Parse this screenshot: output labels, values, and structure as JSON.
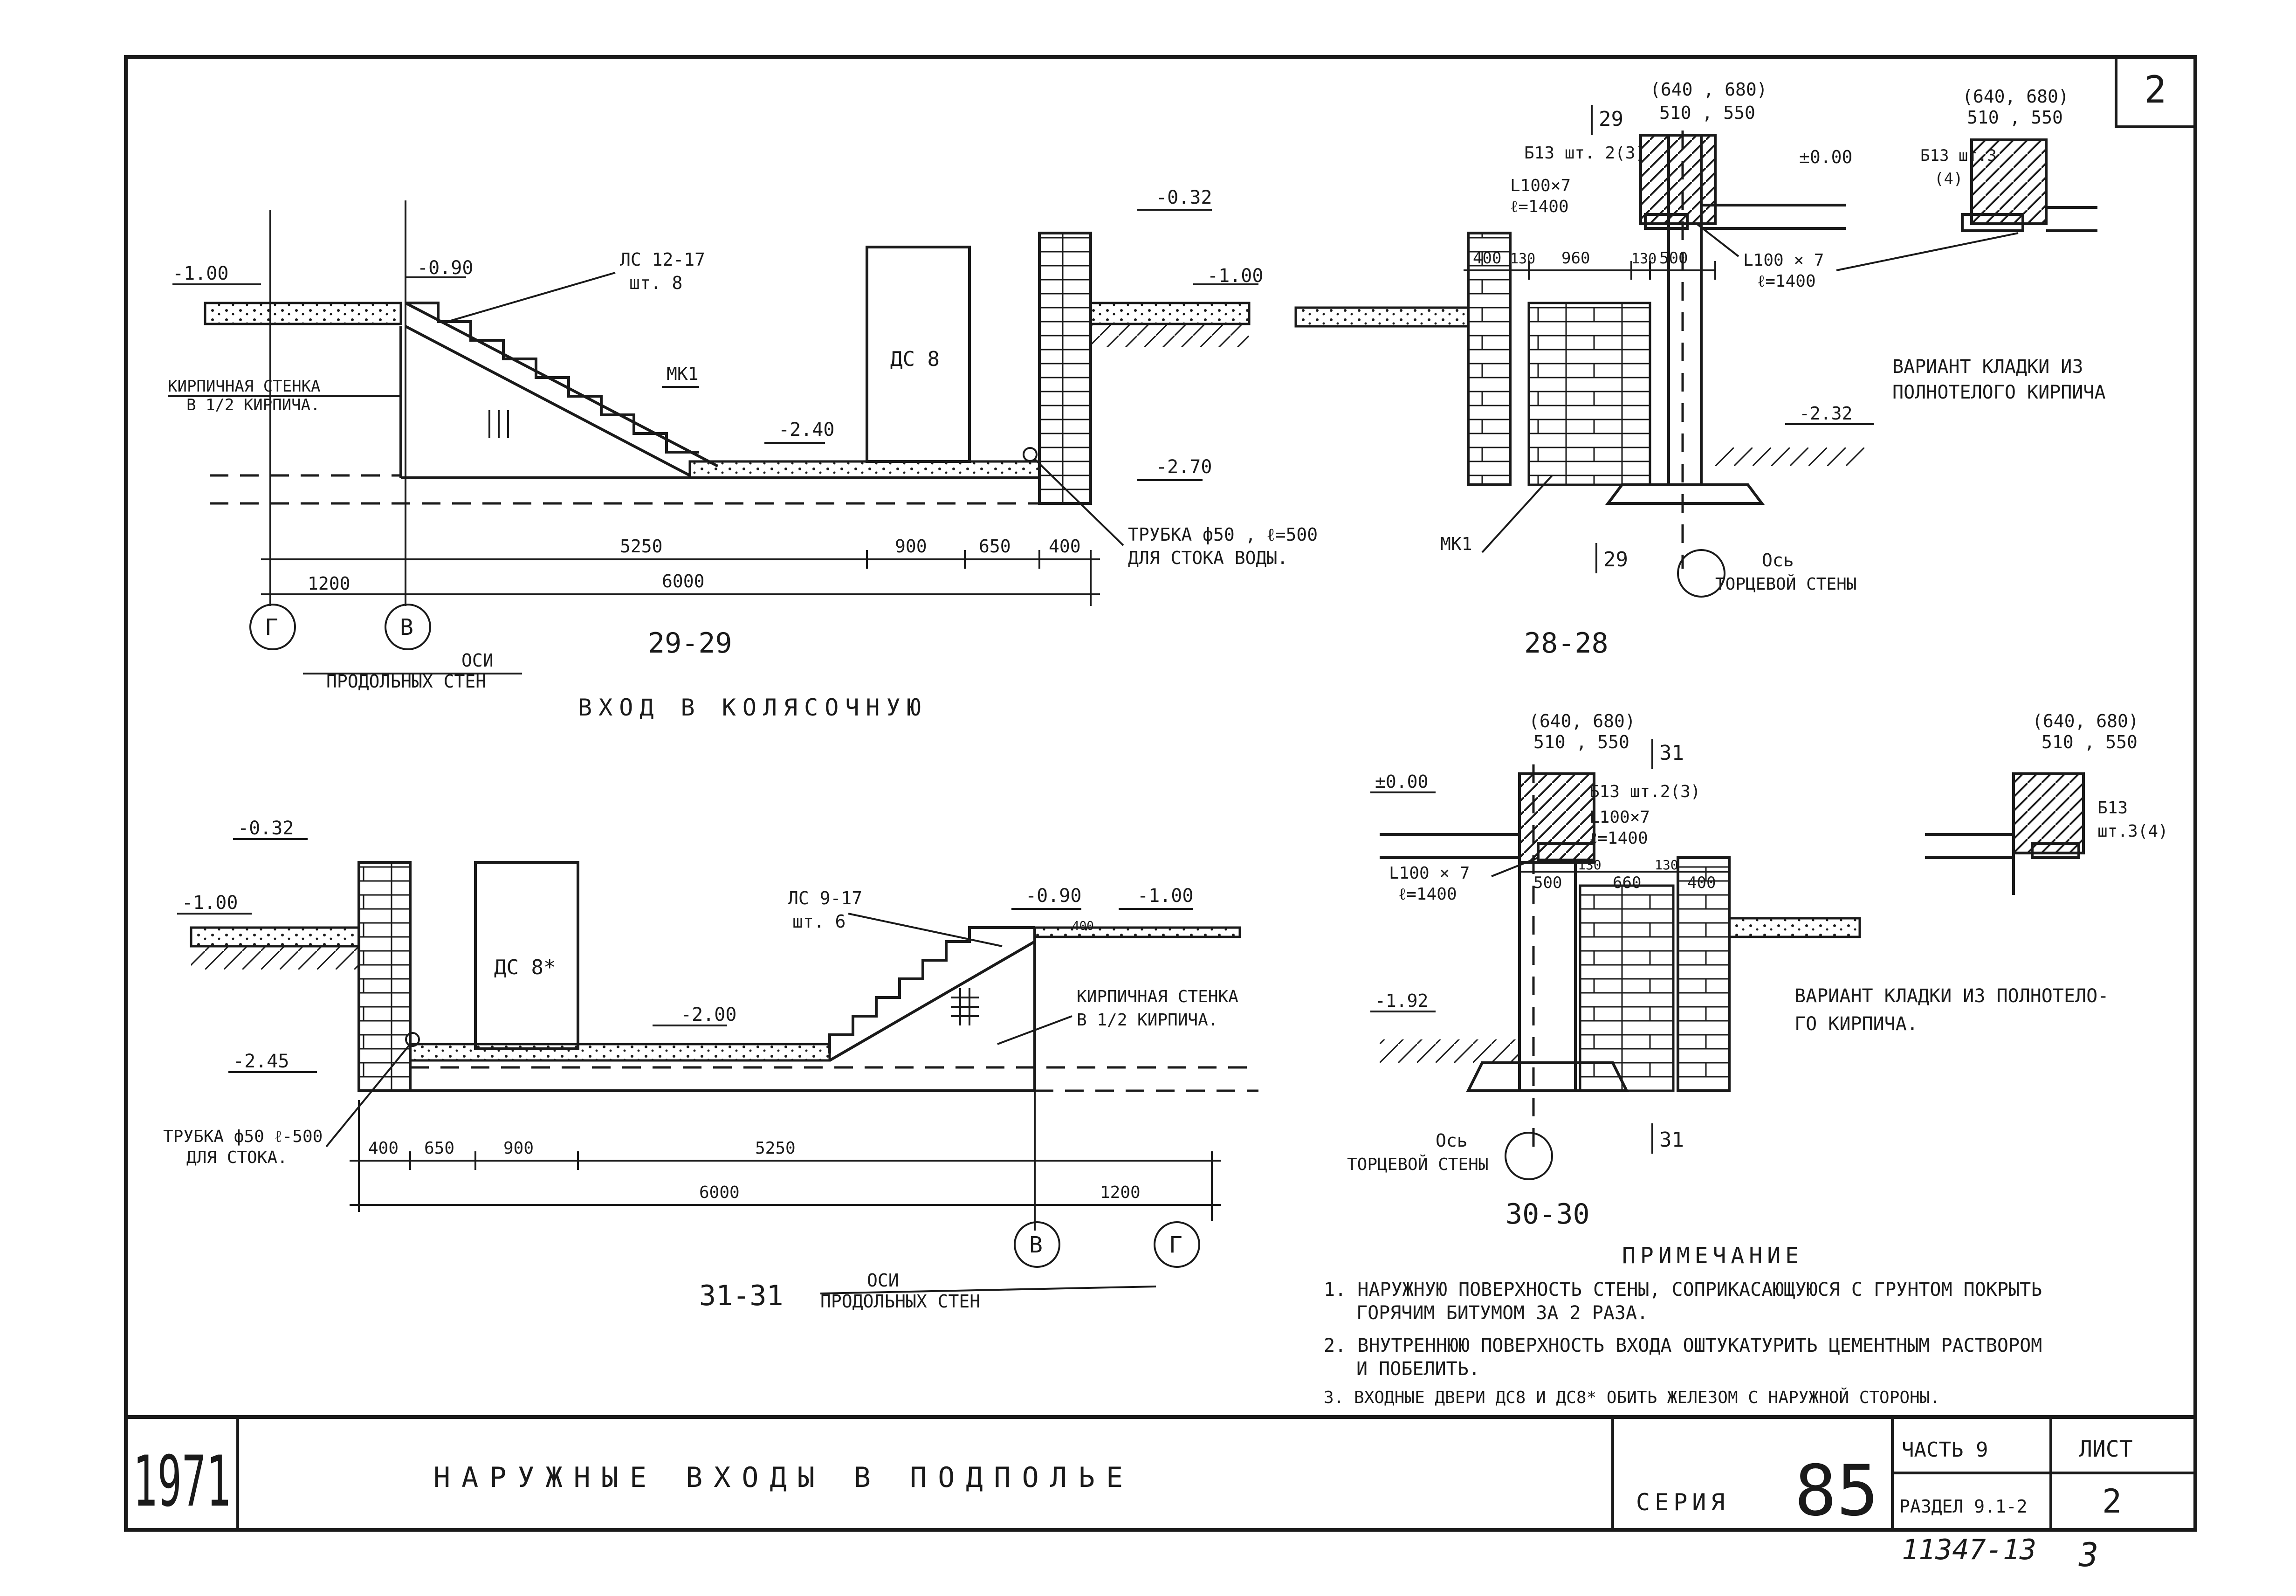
{
  "sheet_number": "2",
  "sections": {
    "s29": {
      "title": "29-29",
      "levels": [
        "-1.00",
        "-0.90",
        "-2.40",
        "-0.32",
        "-1.00",
        "-2.70"
      ],
      "labels": {
        "lc": "ЛС 12-17",
        "lc_qty": "шт. 8",
        "mk": "МК1",
        "wall": "КИРПИЧНАЯ СТЕНКА",
        "wall2": "В 1/2 КИРПИЧА.",
        "door": "ДС 8",
        "pipe": "ТРУБКА ф50 , ℓ=500",
        "pipe2": "ДЛЯ СТОКА ВОДЫ."
      },
      "dims": [
        "5250",
        "900",
        "650",
        "400",
        "1200",
        "6000"
      ],
      "axes": [
        "Г",
        "В"
      ],
      "axes_label": "ОСИ",
      "axes_label2": "ПРОДОЛЬНЫХ СТЕН",
      "caption": "ВХОД В КОЛЯСОЧНУЮ"
    },
    "s28": {
      "title": "28-28",
      "cut": "29",
      "top_dims": "(640 , 680)",
      "top_dims2": "510 , 550",
      "b13": "Б13 шт. 2(3)",
      "l100": "L100×7",
      "l100b": "ℓ=1400",
      "level0": "±0.00",
      "dims": [
        "400",
        "130",
        "960",
        "130",
        "500"
      ],
      "l100r": "L100 × 7",
      "l100rb": "ℓ=1400",
      "level_r": "-2.32",
      "mk": "МК1",
      "axis_label": "Ось",
      "axis_label2": "ТОРЦЕВОЙ СТЕНЫ"
    },
    "variant1": {
      "top_dims": "(640, 680)",
      "top_dims2": "510 , 550",
      "b13": "Б13 шт.3",
      "b13b": "(4)",
      "caption": "ВАРИАНТ КЛАДКИ ИЗ",
      "caption2": "ПОЛНОТЕЛОГО КИРПИЧА"
    },
    "s30": {
      "title": "30-30",
      "cut": "31",
      "top_dims": "(640, 680)",
      "top_dims2": "510 , 550",
      "b13": "Б13 шт.2(3)",
      "l100": "L100×7",
      "l100b": "ℓ=1400",
      "level0": "±0.00",
      "l100l": "L100 × 7",
      "l100lb": "ℓ=1400",
      "dims": [
        "500",
        "130",
        "660",
        "130",
        "400"
      ],
      "level_l": "-1.92",
      "axis_label": "Ось",
      "axis_label2": "ТОРЦЕВОЙ СТЕНЫ"
    },
    "variant2": {
      "top_dims": "(640, 680)",
      "top_dims2": "510 , 550",
      "b13": "Б13",
      "b13b": "шт.3(4)",
      "caption": "ВАРИАНТ КЛАДКИ ИЗ ПОЛНОТЕЛО-",
      "caption2": "ГО КИРПИЧА."
    },
    "s31": {
      "title": "31-31",
      "levels": [
        "-0.32",
        "-1.00",
        "-0.90",
        "-1.00",
        "-2.00",
        "-2.45"
      ],
      "labels": {
        "door": "ДС 8*",
        "lc": "ЛС 9-17",
        "lc_qty": "шт. 6",
        "wall": "КИРПИЧНАЯ СТЕНКА",
        "wall2": "В 1/2 КИРПИЧА.",
        "pipe": "ТРУБКА ф50 ℓ-500",
        "pipe2": "ДЛЯ СТОКА.",
        "h400": "400"
      },
      "dims": [
        "400",
        "650",
        "900",
        "5250",
        "6000",
        "1200"
      ],
      "axes": [
        "В",
        "Г"
      ],
      "axes_label": "ОСИ",
      "axes_label2": "ПРОДОЛЬНЫХ СТЕН"
    }
  },
  "notes": {
    "title": "ПРИМЕЧАНИЕ",
    "n1": "1. НАРУЖНУЮ ПОВЕРХНОСТЬ СТЕНЫ, СОПРИКАСАЮЩУЮСЯ С ГРУНТОМ ПОКРЫТЬ",
    "n1b": "ГОРЯЧИМ БИТУМОМ ЗА 2 РАЗА.",
    "n2": "2. ВНУТРЕННЮЮ ПОВЕРХНОСТЬ ВХОДА ОШТУКАТУРИТЬ ЦЕМЕНТНЫМ РАСТВОРОМ",
    "n2b": "И ПОБЕЛИТЬ.",
    "n3": "3. ВХОДНЫЕ ДВЕРИ ДС8 И ДС8* ОБИТЬ ЖЕЛЕЗОМ С НАРУЖНОЙ СТОРОНЫ."
  },
  "title_block": {
    "year": "1971",
    "title": "НАРУЖНЫЕ ВХОДЫ В ПОДПОЛЬЕ",
    "series_label": "СЕРИЯ",
    "series": "85",
    "part": "ЧАСТЬ 9",
    "section": "РАЗДЕЛ 9.1-2",
    "sheet_label": "ЛИСТ",
    "sheet": "2"
  },
  "footer_code": "11347-13",
  "footer_num": "3"
}
